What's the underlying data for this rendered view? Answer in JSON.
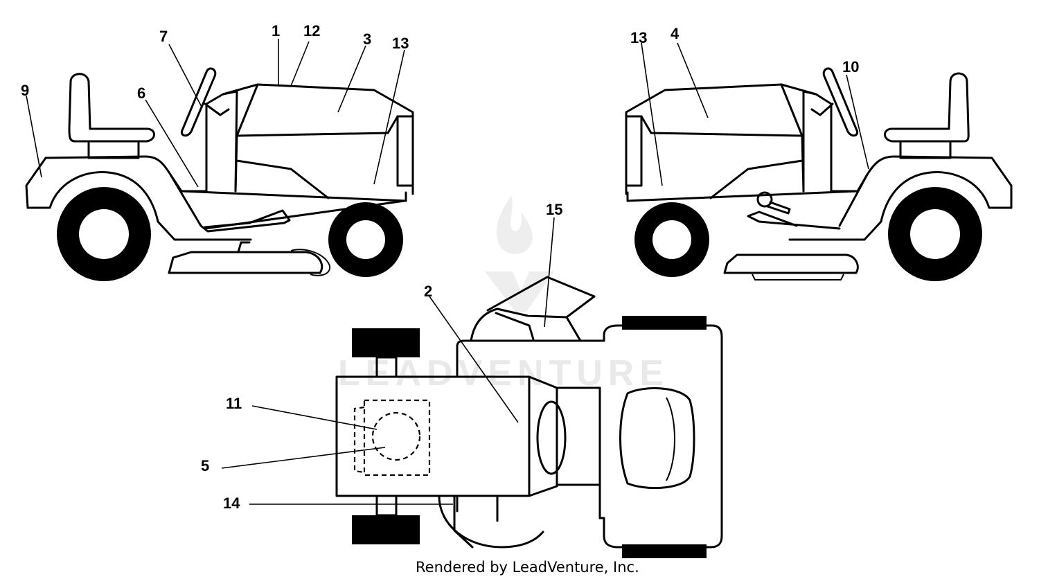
{
  "watermark": {
    "text": "LEADVENTURE"
  },
  "credit": {
    "text": "Rendered by LeadVenture, Inc."
  },
  "callouts": {
    "c1": "1",
    "c2": "2",
    "c3": "3",
    "c4": "4",
    "c5": "5",
    "c6": "6",
    "c7": "7",
    "c9": "9",
    "c10": "10",
    "c11": "11",
    "c12": "12",
    "c13_left": "13",
    "c13_right": "13",
    "c14": "14",
    "c15": "15"
  },
  "colors": {
    "ink": "#000000",
    "watermark": "#e9e9e9",
    "background": "#ffffff"
  }
}
